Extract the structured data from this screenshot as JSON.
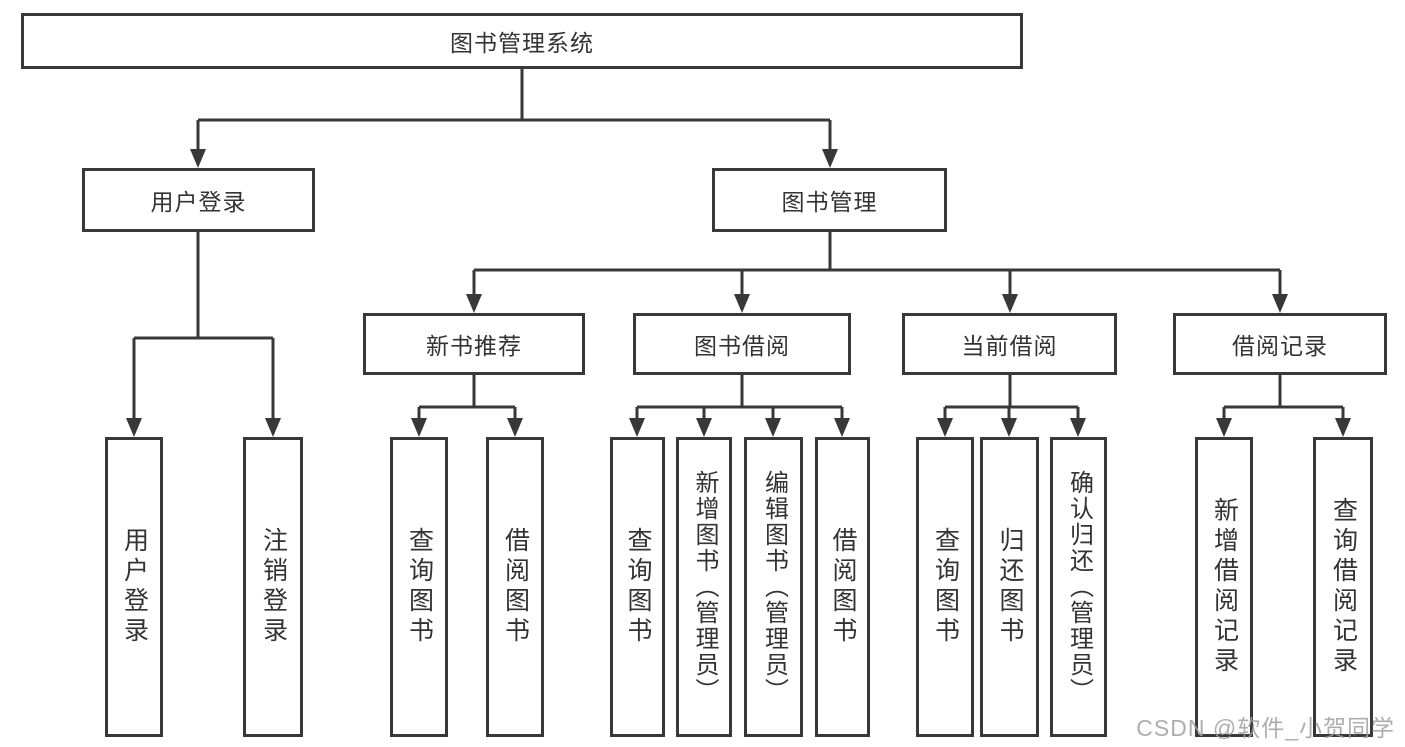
{
  "colors": {
    "line": "#383838",
    "text": "#333333",
    "watermark": "#9f9f9f",
    "background": "#ffffff"
  },
  "watermark": {
    "text": "CSDN @软件_小贺同学"
  },
  "tree": {
    "root": "图书管理系统",
    "children": [
      {
        "label": "用户登录",
        "children": [
          "用户登录",
          "注销登录"
        ]
      },
      {
        "label": "图书管理",
        "children": [
          {
            "label": "新书推荐",
            "children": [
              "查询图书",
              "借阅图书"
            ]
          },
          {
            "label": "图书借阅",
            "children": [
              "查询图书",
              "新增图书（管理员）",
              "编辑图书（管理员）",
              "借阅图书"
            ]
          },
          {
            "label": "当前借阅",
            "children": [
              "查询图书",
              "归还图书",
              "确认归还（管理员）"
            ]
          },
          {
            "label": "借阅记录",
            "children": [
              "新增借阅记录",
              "查询借阅记录"
            ]
          }
        ]
      }
    ]
  }
}
